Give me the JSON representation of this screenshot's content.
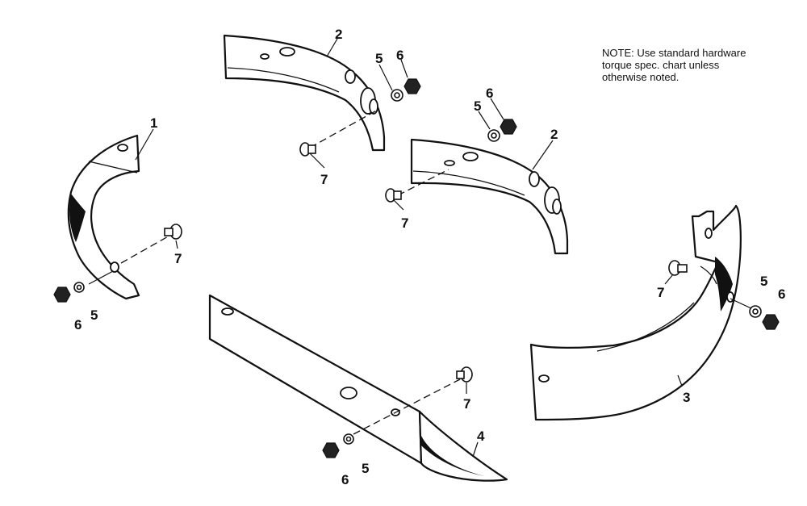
{
  "note": {
    "lines": [
      "NOTE: Use standard hardware",
      "torque spec. chart unless",
      "otherwise noted."
    ]
  },
  "callouts": {
    "part_1": "1",
    "part_2_top": "2",
    "part_2_mid": "2",
    "part_3": "3",
    "part_4": "4",
    "washer_5_a": "5",
    "washer_5_b": "5",
    "washer_5_c": "5",
    "washer_5_d": "5",
    "washer_5_e": "5",
    "nut_6_a": "6",
    "nut_6_b": "6",
    "nut_6_c": "6",
    "nut_6_d": "6",
    "nut_6_e": "6",
    "bolt_7_a": "7",
    "bolt_7_b": "7",
    "bolt_7_c": "7",
    "bolt_7_d": "7",
    "bolt_7_e": "7"
  }
}
